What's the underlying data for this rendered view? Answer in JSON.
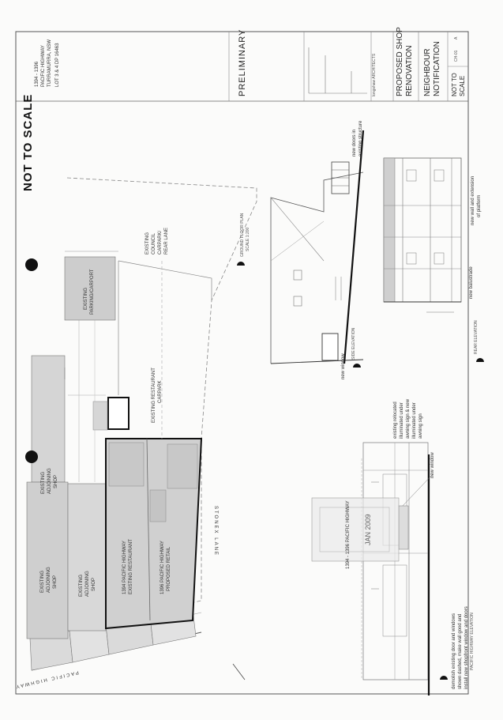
{
  "title_block": {
    "address_line1": "1394 - 1396",
    "address_line2": "PACIFIC HIGHWAY",
    "address_line3": "TURRAMURRA, NSW",
    "lot": "LOT 3 & 4 DP 16463",
    "stamp_word": "PRELIMINARY",
    "architect": "longshaw ARCHITECTS",
    "project_line1": "PROPOSED SHOP",
    "project_line2": "RENOVATION",
    "sheet_line1": "NEIGHBOUR",
    "sheet_line2": "NOTIFICATION",
    "scale_line1": "NOT TO",
    "scale_line2": "SCALE",
    "dwg_no": "CH-01",
    "rev": "A"
  },
  "not_to_scale": "NOT TO SCALE",
  "site_plan": {
    "shop_1": [
      "EXISTING",
      "ADJOINING",
      "SHOP"
    ],
    "shop_2": [
      "EXISTING",
      "ADJOINING",
      "SHOP"
    ],
    "shop_3": [
      "EXISTING",
      "ADJOINING",
      "SHOP"
    ],
    "restaurant": [
      "1394 PACIFIC HIGHWAY",
      "EXISTING RESTAURANT"
    ],
    "retail": [
      "1396 PACIFIC HIGHWAY",
      "PROPOSED RETAIL"
    ],
    "parking": [
      "EXISTING",
      "PARKING/CARPORT"
    ],
    "restaurant_carpark": [
      "EXISTING RESTAURANT",
      "CARPARK"
    ],
    "council_carpark": [
      "EXISTING",
      "COUNCIL",
      "CARPARK/",
      "REAR LANE"
    ],
    "lane": "STONEX LANE",
    "highway": "PACIFIC HIGHWAY",
    "plan_title": "GROUND FLOOR PLAN",
    "plan_scale": "SCALE 1:200"
  },
  "side_elevation": {
    "title": "SIDE ELEVATION",
    "note_doors": [
      "new doors in",
      "existing structure"
    ],
    "note_window": "new window"
  },
  "rear_elevation": {
    "title": "REAR ELEVATION",
    "note_wall": [
      "new wall and extension",
      "of platform"
    ],
    "note_balustrade": "new balustrade"
  },
  "front_elevation": {
    "title": "PACIFIC HIGHWAY ELEVATION",
    "sign_text": "1394 - 1396 PACIFIC HIGHWAY",
    "stamp_date": "JAN 2009",
    "note_window": "new window",
    "note_awning": [
      "existing relocated",
      "illuminated under",
      "awning sign & new",
      "illuminated under",
      "awning sign"
    ],
    "note_demolish": [
      "demolish existing door and windows",
      "shown dashed, make wall good and",
      "install new shopfront window and doors"
    ]
  }
}
